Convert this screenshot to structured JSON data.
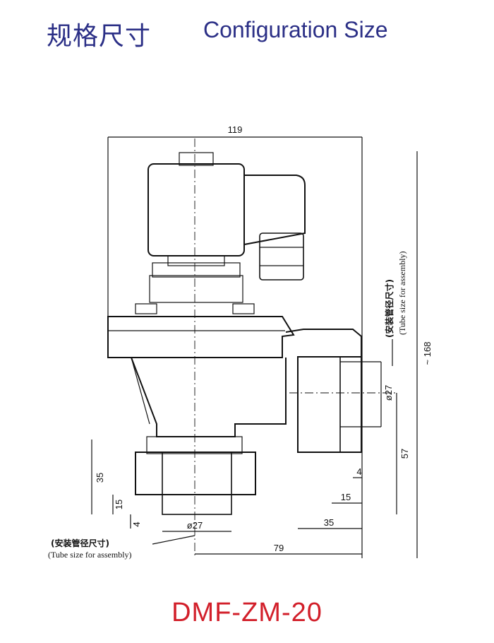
{
  "header": {
    "title_cn": "规格尺寸",
    "title_en": "Configuration Size"
  },
  "drawing": {
    "dim_width_total": "119",
    "dim_height_total": "~ 168",
    "dim_side_outlet_height": "57",
    "dim_side_pipe_dia": "ø27",
    "dim_side_4": "4",
    "dim_side_15": "15",
    "dim_side_35": "35",
    "dim_bottom_35": "35",
    "dim_bottom_15": "15",
    "dim_bottom_4": "4",
    "dim_bottom_pipe_dia": "ø27",
    "dim_bottom_79": "79",
    "note_cn": "(安装管径尺寸)",
    "note_en": "(Tube size for assembly)"
  },
  "footer": {
    "model": "DMF-ZM-20"
  }
}
